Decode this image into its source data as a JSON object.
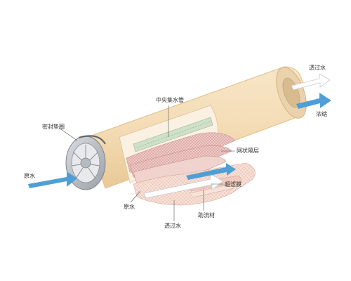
{
  "labels": {
    "feed_water_left": "原水",
    "feed_water_bottom": "原水",
    "brine_seal": "密封垫圈",
    "center_tube": "中央集水管",
    "mesh_spacer": "网状隔层",
    "membrane": "超滤膜",
    "flow_aid": "助流材",
    "permeate_right": "透过水",
    "permeate_bottom": "透过水",
    "concentrate": "浓缩"
  },
  "colors": {
    "shell": "#f4dcb5",
    "shell_edge": "#e1bf8c",
    "arrow_blue": "#4f9fd6",
    "arrow_white": "#ffffff",
    "mesh": "#e6b3b0",
    "tube": "#cfe0c9",
    "endcap": "#b9bdc3"
  }
}
